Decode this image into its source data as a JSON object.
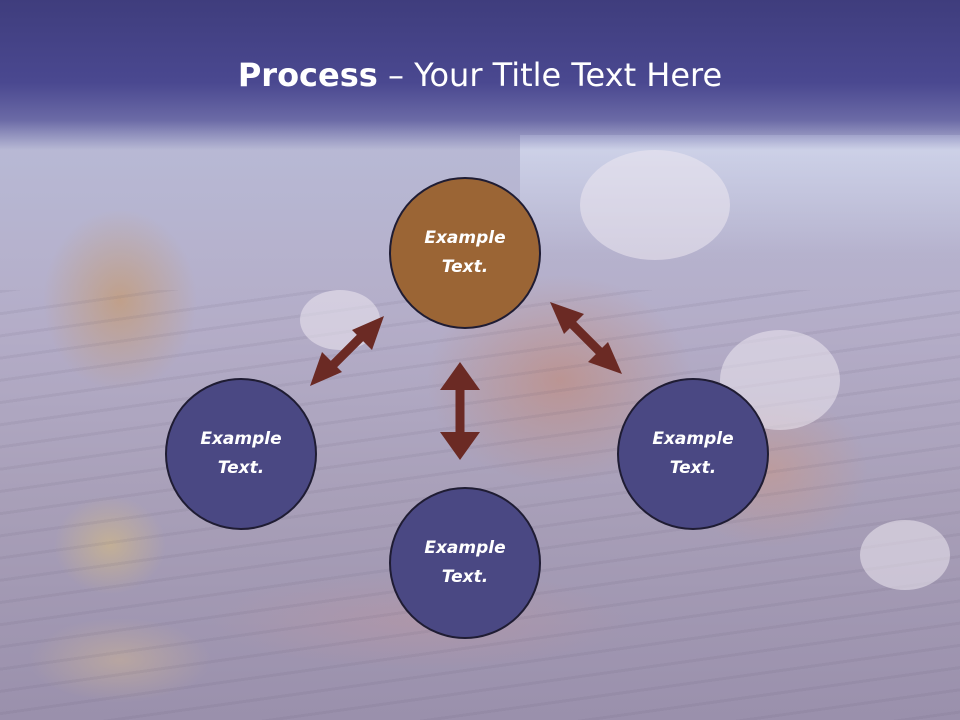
{
  "title": {
    "bold": "Process",
    "rest": " – Your Title Text Here"
  },
  "nodes": {
    "top": {
      "line1": "Example",
      "line2": "Text."
    },
    "left": {
      "line1": "Example",
      "line2": "Text."
    },
    "bottom": {
      "line1": "Example",
      "line2": "Text."
    },
    "right": {
      "line1": "Example",
      "line2": "Text."
    }
  },
  "colors": {
    "title_band": "#4a4890",
    "node_purple": "#4a4883",
    "node_brown": "#9b6535",
    "arrow": "#6b2a24"
  }
}
